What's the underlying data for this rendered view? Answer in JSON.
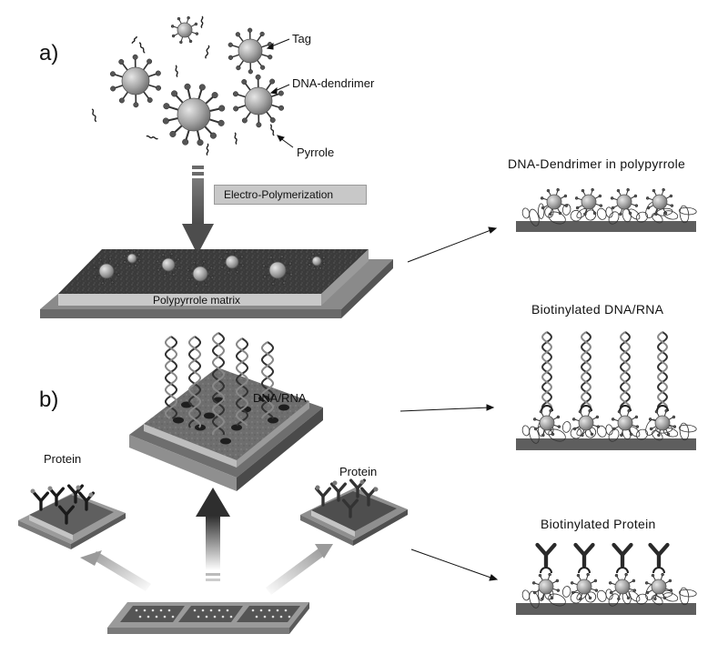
{
  "labels": {
    "part_a": "a)",
    "part_b": "b)",
    "tag": "Tag",
    "dna_dendrimer": "DNA-dendrimer",
    "pyrrole": "Pyrrole",
    "electro_polymerization": "Electro-Polymerization",
    "polypyrrole_matrix": "Polypyrrole matrix",
    "dna_rna": "DNA/RNA",
    "protein_left": "Protein",
    "protein_right": "Protein"
  },
  "panels": {
    "dendrimer_title": "DNA-Dendrimer in polypyrrole",
    "biotin_dna_title": "Biotinylated DNA/RNA",
    "biotin_protein_title": "Biotinylated Protein"
  },
  "colors": {
    "sphere": "#9c9c9c",
    "matrix_dark": "#3a3a3a",
    "substrate": "#5e5e5e",
    "arrow": "#5a5a5a",
    "antibody": "#2a2a2a"
  }
}
